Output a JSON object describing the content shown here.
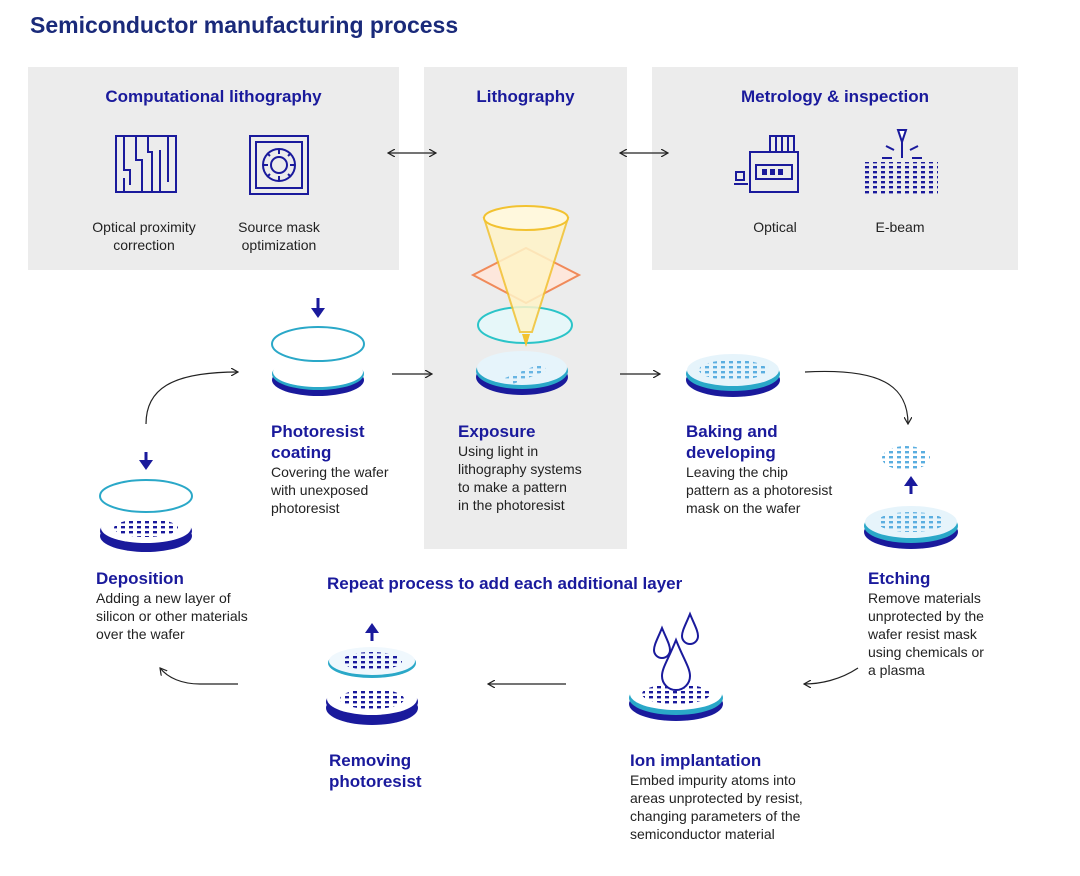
{
  "title": "Semiconductor manufacturing process",
  "panels": {
    "computational": {
      "title": "Computational lithography",
      "items": [
        {
          "label_line1": "Optical proximity",
          "label_line2": "correction",
          "icon": "opc-pattern-icon"
        },
        {
          "label_line1": "Source mask",
          "label_line2": "optimization",
          "icon": "source-mask-icon"
        }
      ]
    },
    "lithography": {
      "title": "Lithography"
    },
    "metrology": {
      "title": "Metrology & inspection",
      "items": [
        {
          "label": "Optical",
          "icon": "optical-inspection-icon"
        },
        {
          "label": "E-beam",
          "icon": "ebeam-inspection-icon"
        }
      ]
    }
  },
  "steps": {
    "photoresist_coating": {
      "title_line1": "Photoresist",
      "title_line2": "coating",
      "desc": [
        "Covering the wafer",
        "with unexposed",
        "photoresist"
      ]
    },
    "exposure": {
      "title": "Exposure",
      "desc": [
        "Using light in",
        "lithography systems",
        "to make a pattern",
        "in the photoresist"
      ]
    },
    "baking": {
      "title_line1": "Baking and",
      "title_line2": "developing",
      "desc": [
        "Leaving the chip",
        "pattern as a photoresist",
        "mask on the wafer"
      ]
    },
    "etching": {
      "title": "Etching",
      "desc": [
        "Remove materials",
        "unprotected by the",
        "wafer resist mask",
        "using chemicals or",
        "a plasma"
      ]
    },
    "ion_implantation": {
      "title": "Ion implantation",
      "desc": [
        "Embed impurity atoms into",
        "areas unprotected by resist,",
        "changing parameters of the",
        "semiconductor material"
      ]
    },
    "removing": {
      "title_line1": "Removing",
      "title_line2": "photoresist"
    },
    "deposition": {
      "title": "Deposition",
      "desc": [
        "Adding a new layer of",
        "silicon or other materials",
        "over the wafer"
      ]
    }
  },
  "repeat_label": "Repeat process to add each additional layer",
  "colors": {
    "navy": "#1a1a9c",
    "title_navy": "#1a2a7a",
    "panel_gray": "#ececec",
    "teal": "#2aa8c8",
    "light_blue": "#a8d8ee",
    "laser_yellow": "#f2c230",
    "mask_orange": "#f08a5a"
  }
}
